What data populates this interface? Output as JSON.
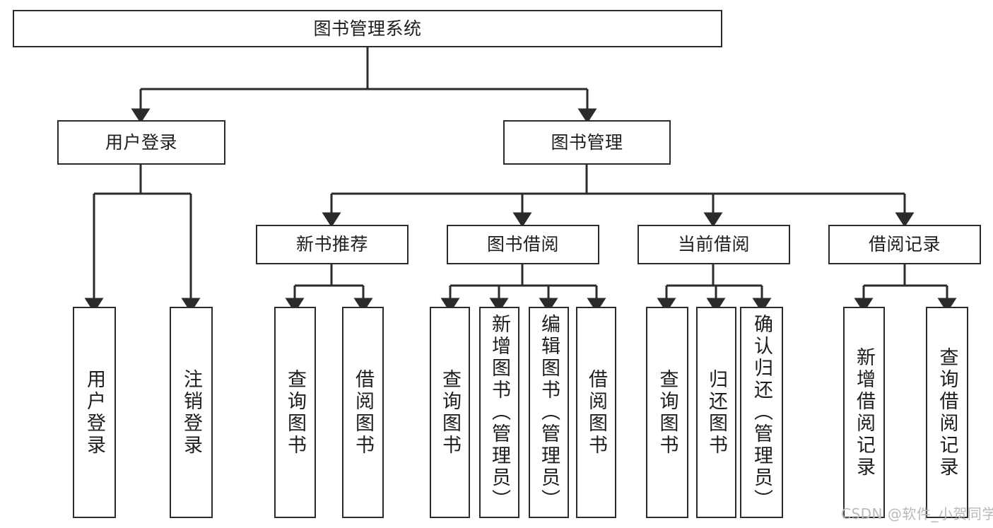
{
  "diagram": {
    "type": "tree-hierarchy-chart",
    "title": "图书管理系统",
    "colors": {
      "stroke": "#2b2b2b",
      "fill": "#ffffff",
      "text": "#1d1d1d",
      "watermark": "#b9b9b9"
    },
    "nodes": {
      "root": {
        "label": "图书管理系统"
      },
      "level2": [
        {
          "id": "user-login",
          "label": "用户登录"
        },
        {
          "id": "book-management",
          "label": "图书管理"
        }
      ],
      "level3": [
        {
          "id": "new-book-recommend",
          "label": "新书推荐"
        },
        {
          "id": "book-borrow",
          "label": "图书借阅"
        },
        {
          "id": "current-borrow",
          "label": "当前借阅"
        },
        {
          "id": "borrow-record",
          "label": "借阅记录"
        }
      ],
      "leaves": [
        {
          "id": "leaf-user-login",
          "label": "用户登录"
        },
        {
          "id": "leaf-logout-login",
          "label": "注销登录"
        },
        {
          "id": "leaf-query-book-1",
          "label": "查询图书"
        },
        {
          "id": "leaf-borrow-book-1",
          "label": "借阅图书"
        },
        {
          "id": "leaf-query-book-2",
          "label": "查询图书"
        },
        {
          "id": "leaf-add-book-admin",
          "label": "新增图书（管理员）"
        },
        {
          "id": "leaf-edit-book-admin",
          "label": "编辑图书（管理员）"
        },
        {
          "id": "leaf-borrow-book-2",
          "label": "借阅图书"
        },
        {
          "id": "leaf-query-book-3",
          "label": "查询图书"
        },
        {
          "id": "leaf-return-book",
          "label": "归还图书"
        },
        {
          "id": "leaf-confirm-return-admin",
          "label": "确认归还（管理员）"
        },
        {
          "id": "leaf-add-borrow-record",
          "label": "新增借阅记录"
        },
        {
          "id": "leaf-query-borrow-record",
          "label": "查询借阅记录"
        }
      ]
    },
    "watermark": "CSDN @软件_小贺同学"
  }
}
